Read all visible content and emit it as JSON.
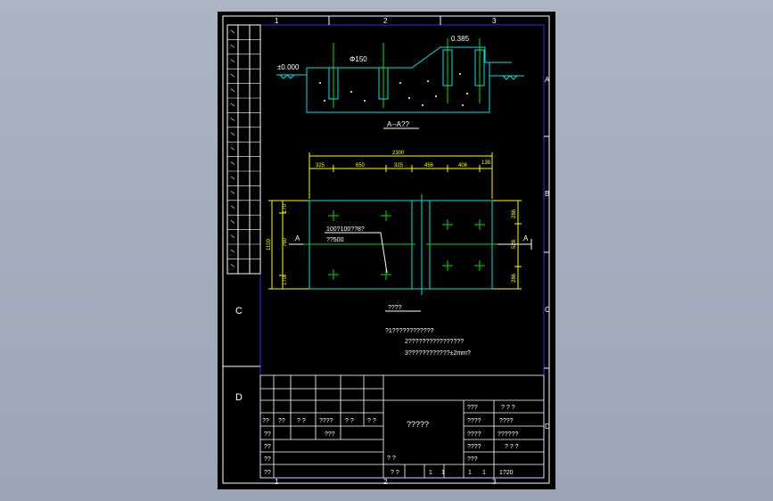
{
  "colors": {
    "background": "#a3aebd",
    "sheet": "#000000",
    "frame_outer": "#ffffff",
    "frame_inner": "#2a2aff",
    "concrete": "#00e5e5",
    "rebar": "#00e000",
    "dimension": "#ffff00",
    "text": "#ffffff"
  },
  "grid": {
    "cols_top": [
      "1",
      "2",
      "3"
    ],
    "cols_bottom": [
      "1",
      "2",
      "3"
    ],
    "rows_left": [
      "C",
      "D"
    ],
    "rows_right": [
      "A",
      "B",
      "C",
      "D"
    ]
  },
  "section": {
    "elev_left": "±0.000",
    "elev_right": "0.385",
    "dia": "Φ150",
    "title": "A--A??"
  },
  "plan": {
    "top_total": "2300",
    "top_dims": [
      "325",
      "650",
      "325",
      "456",
      "406",
      "138"
    ],
    "left_total": "1100",
    "left_dims": [
      "170",
      "760",
      "170"
    ],
    "right_dims": [
      "286",
      "528",
      "286"
    ],
    "marker_left": "A",
    "marker_right": "A",
    "note1": "100?100??8?",
    "note2": "??500"
  },
  "notes": {
    "title": "????",
    "lines": [
      "?1????????????",
      "2????????????????",
      "3????????????±2mm?"
    ]
  },
  "title_block": {
    "header_row": [
      "??",
      "??",
      "? ?",
      "????",
      "? ?",
      "? ?"
    ],
    "left_rows": [
      "??",
      "??",
      "??",
      "??"
    ],
    "mid_label": "???",
    "drawing_title": "?????",
    "scale_label": "? ?",
    "bottom_cells": [
      "? ?",
      "1",
      "1",
      "1",
      "1"
    ],
    "right_labels": [
      "???",
      "????",
      "????",
      "????",
      "???"
    ],
    "right_values": [
      "? ?  ?",
      "????",
      "??????",
      "? ? ?",
      "1?20"
    ]
  }
}
